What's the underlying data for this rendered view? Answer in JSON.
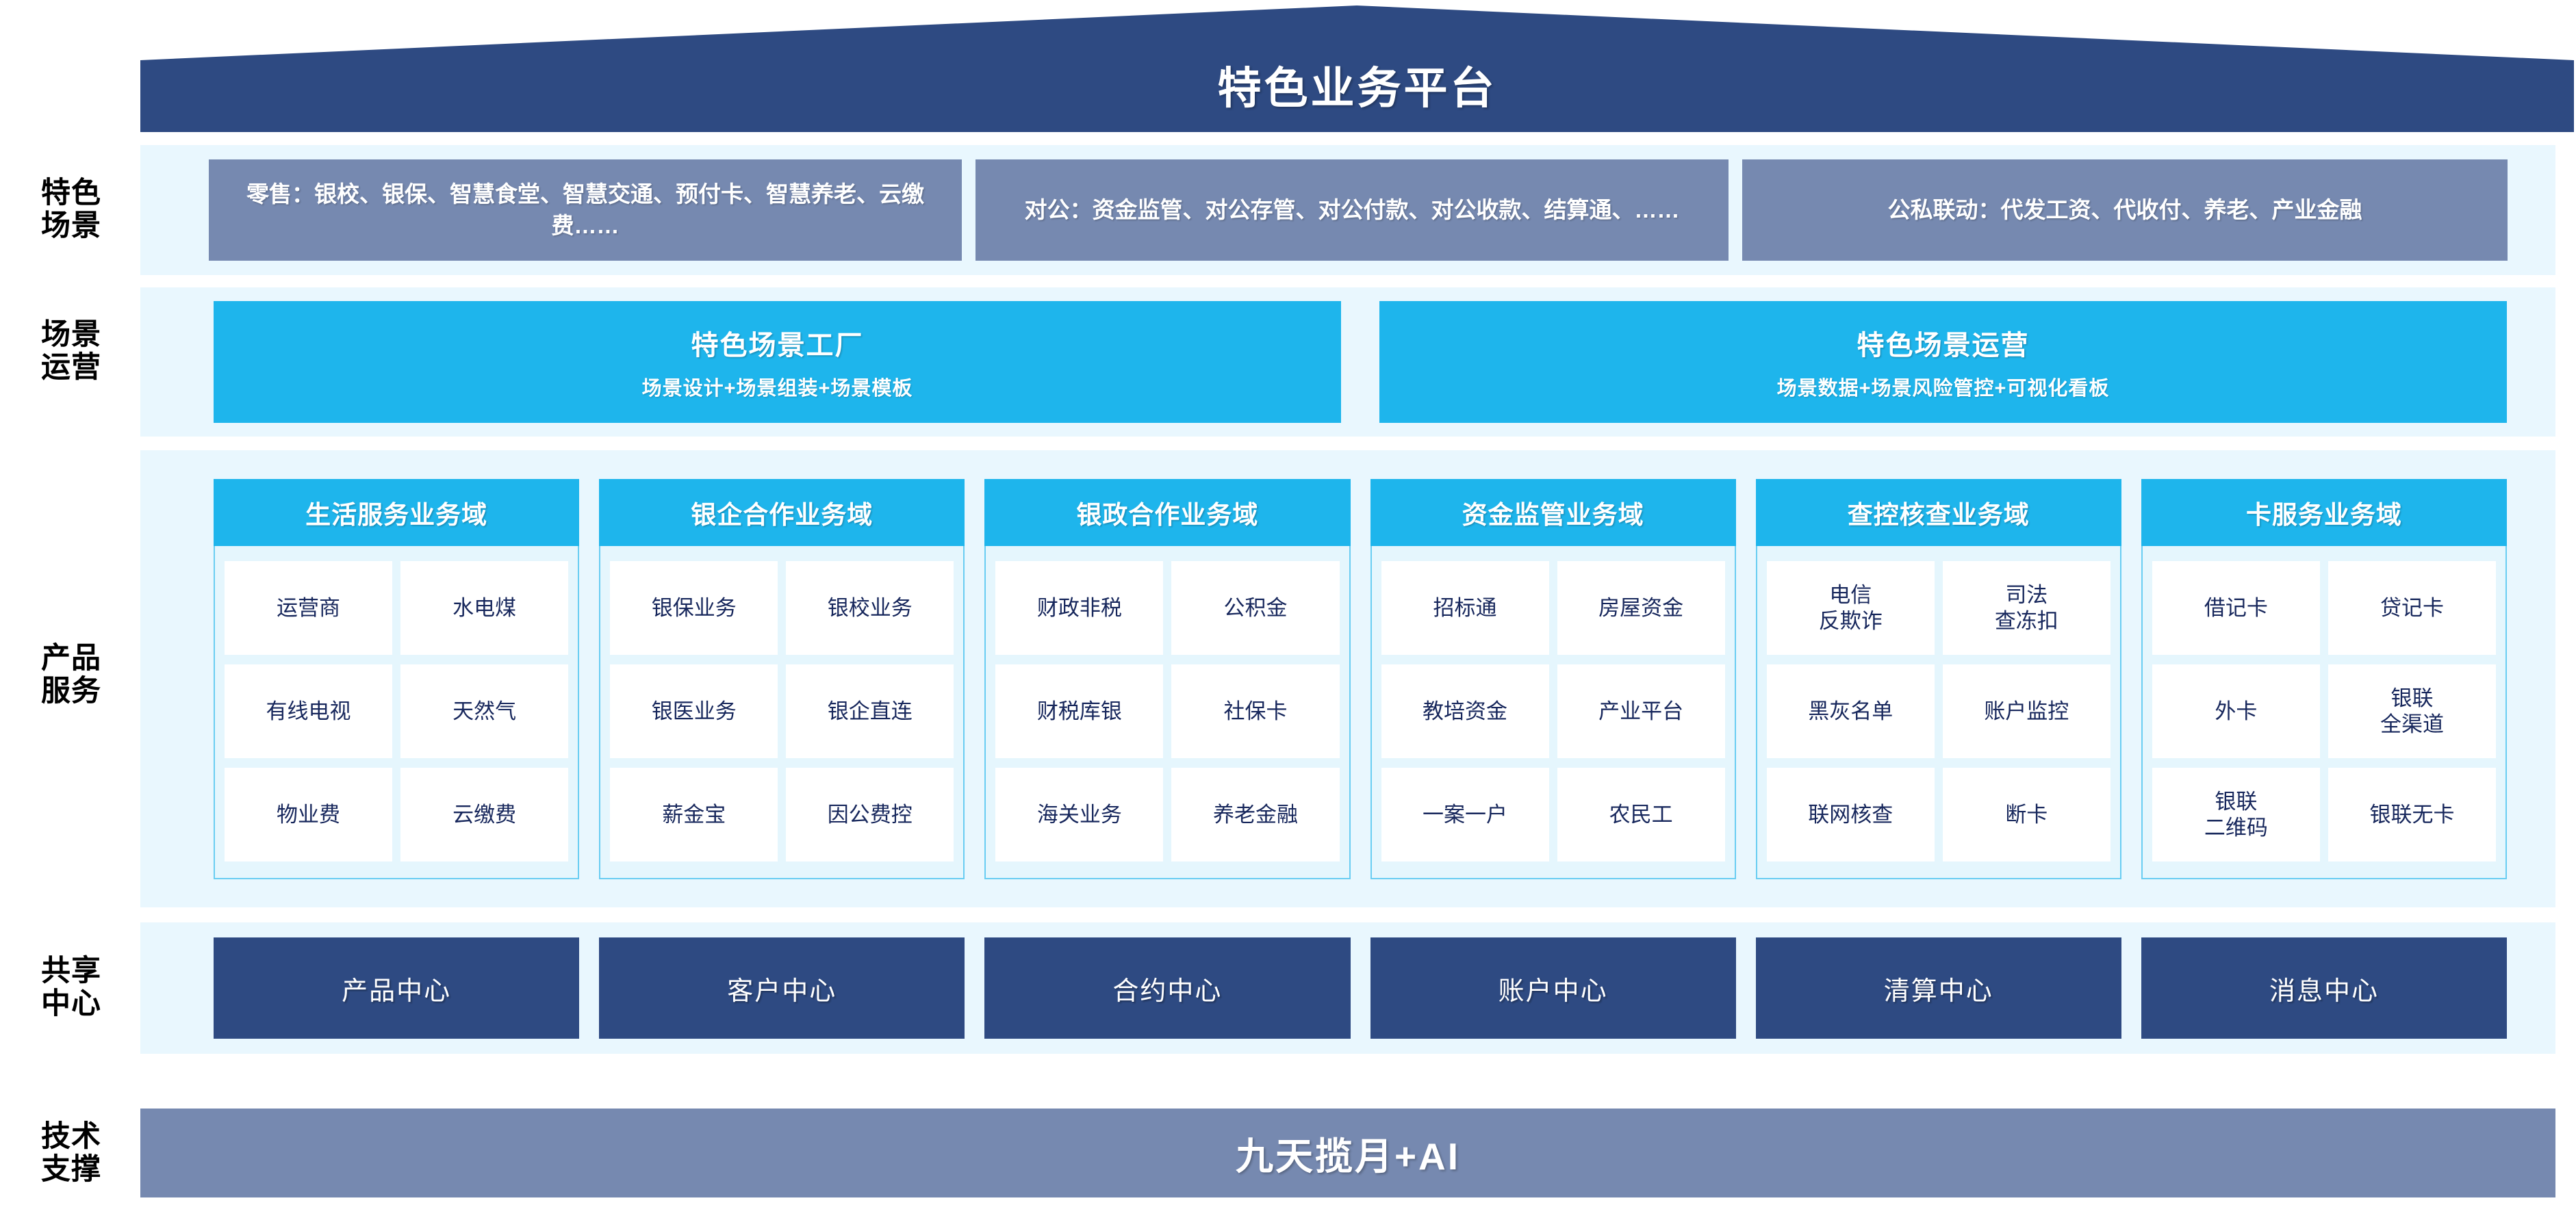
{
  "header": {
    "title": "特色业务平台",
    "roof_color": "#2e4a82"
  },
  "row_labels": {
    "scenes": "特色\n场景",
    "scenes_l1": "特色",
    "scenes_l2": "场景",
    "operations_l1": "场景",
    "operations_l2": "运营",
    "products_l1": "产品",
    "products_l2": "服务",
    "centers_l1": "共享",
    "centers_l2": "中心",
    "tech_l1": "技术",
    "tech_l2": "支撑"
  },
  "scenes": {
    "boxes": [
      {
        "text": "零售：银校、银保、智慧食堂、智慧交通、预付卡、智慧养老、云缴费……"
      },
      {
        "text": "对公：资金监管、对公存管、对公付款、对公收款、结算通、……"
      },
      {
        "text": "公私联动：代发工资、代收付、养老、产业金融"
      }
    ],
    "box_color": "#7689b0"
  },
  "operations": {
    "boxes": [
      {
        "title": "特色场景工厂",
        "subtitle": "场景设计+场景组装+场景模板"
      },
      {
        "title": "特色场景运营",
        "subtitle": "场景数据+场景风险管控+可视化看板"
      }
    ],
    "box_color": "#1eb5ec"
  },
  "products": {
    "header_color": "#1eb5ec",
    "columns": [
      {
        "title": "生活服务业务域",
        "items": [
          "运营商",
          "水电煤",
          "有线电视",
          "天然气",
          "物业费",
          "云缴费"
        ]
      },
      {
        "title": "银企合作业务域",
        "items": [
          "银保业务",
          "银校业务",
          "银医业务",
          "银企直连",
          "薪金宝",
          "因公费控"
        ]
      },
      {
        "title": "银政合作业务域",
        "items": [
          "财政非税",
          "公积金",
          "财税库银",
          "社保卡",
          "海关业务",
          "养老金融"
        ]
      },
      {
        "title": "资金监管业务域",
        "items": [
          "招标通",
          "房屋资金",
          "教培资金",
          "产业平台",
          "一案一户",
          "农民工"
        ]
      },
      {
        "title": "查控核查业务域",
        "items": [
          "电信\n反欺诈",
          "司法\n查冻扣",
          "黑灰名单",
          "账户监控",
          "联网核查",
          "断卡"
        ]
      },
      {
        "title": "卡服务业务域",
        "items": [
          "借记卡",
          "贷记卡",
          "外卡",
          "银联\n全渠道",
          "银联\n二维码",
          "银联无卡"
        ]
      }
    ]
  },
  "centers": {
    "box_color": "#2e4a82",
    "items": [
      "产品中心",
      "客户中心",
      "合约中心",
      "账户中心",
      "清算中心",
      "消息中心"
    ]
  },
  "tech": {
    "label": "九天揽月+AI",
    "bar_color": "#7689b0"
  }
}
